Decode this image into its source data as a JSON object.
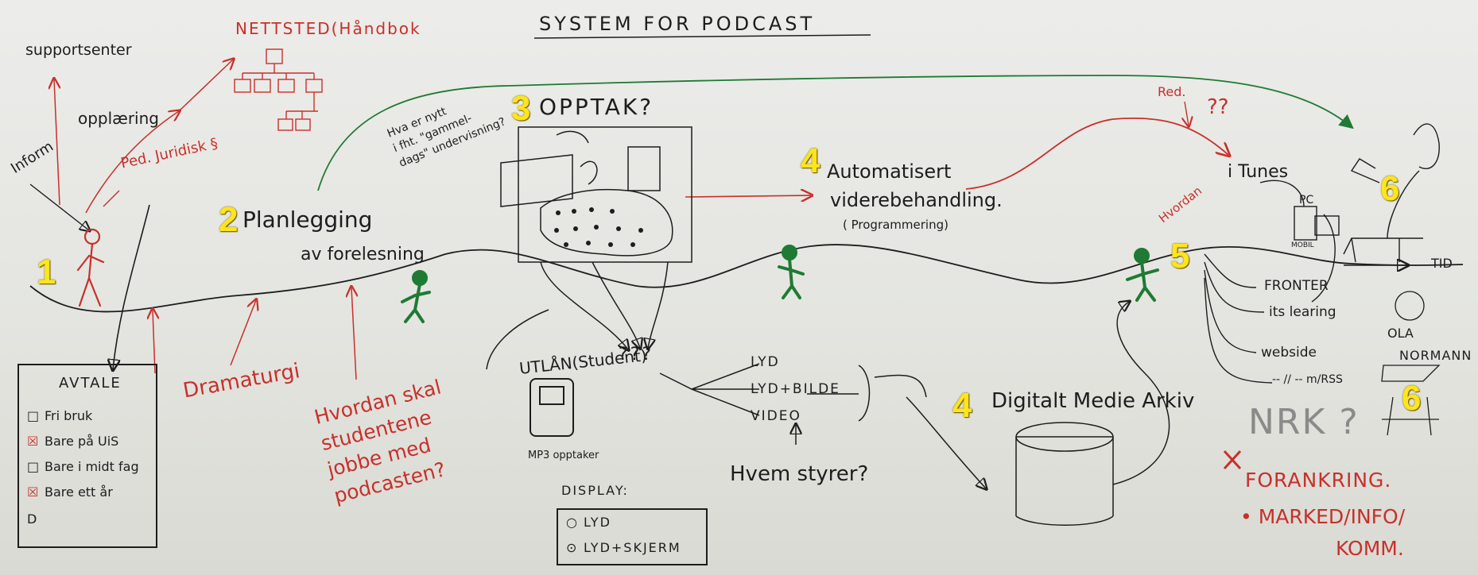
{
  "title": "SYSTEM FOR PODCAST",
  "numbers": [
    "1",
    "2",
    "3",
    "4",
    "4",
    "5",
    "6",
    "6"
  ],
  "texts": {
    "supportsenter": "supportsenter",
    "nettsted": "NETTSTED(Håndbok",
    "opplaering": "opplæring",
    "inform": "Inform",
    "ped_jur": "Ped. Juridisk §",
    "planlegging": "Planlegging",
    "forelesning": "av forelesning",
    "hva_er_nytt": [
      "Hva er nytt",
      "i fht. \"gammel-",
      "dags\" undervisning?"
    ],
    "opptak": "OPPTAK?",
    "automatisert": "Automatisert",
    "viderebehandling": "viderebehandling.",
    "programmering": "( Programmering)",
    "red": "Red.",
    "qq": "??",
    "itunes": "i Tunes",
    "hvordan_small": "Hvordan",
    "pc": "PC",
    "mobil": "MOBIL",
    "tid": "TID",
    "fronter": "FRONTER",
    "its_learning": "its learing",
    "webside": "webside",
    "rss": "-- // -- m/RSS",
    "ola": "OLA",
    "normann": "NORMANN",
    "nrk": "NRK ?",
    "forankring": "FORANKRING.",
    "marked": "• MARKED/INFO/",
    "komm": "KOMM.",
    "dramaturgi": "Dramaturgi",
    "hvordan_skal": [
      "Hvordan skal",
      "studentene",
      "jobbe med",
      "podcasten?"
    ],
    "utlan": "UTLÅN(Student)",
    "mp3": "MP3 opptaker",
    "qqq": "???",
    "lyd": "LYD",
    "lyd_bilde": "LYD+BILDE",
    "video": "VIDEO",
    "hvem_styrer": "Hvem styrer?",
    "digitalt": "Digitalt Medie Arkiv"
  },
  "avtale": {
    "title": "AVTALE",
    "items": [
      {
        "mark": "□",
        "text": "Fri bruk"
      },
      {
        "mark": "☒",
        "text": "Bare på UiS"
      },
      {
        "mark": "□",
        "text": "Bare i midt fag"
      },
      {
        "mark": "☒",
        "text": "Bare ett år"
      },
      {
        "mark": "D",
        "text": ""
      }
    ]
  },
  "display": {
    "title": "DISPLAY:",
    "options": [
      {
        "mark": "○",
        "text": "LYD"
      },
      {
        "mark": "⊙",
        "text": "LYD+SKJERM"
      }
    ]
  },
  "colors": {
    "ink_black": "#1d1d1d",
    "ink_red": "#c8302b",
    "ink_green": "#1f7a34",
    "number_yellow": "#ffe51a"
  }
}
